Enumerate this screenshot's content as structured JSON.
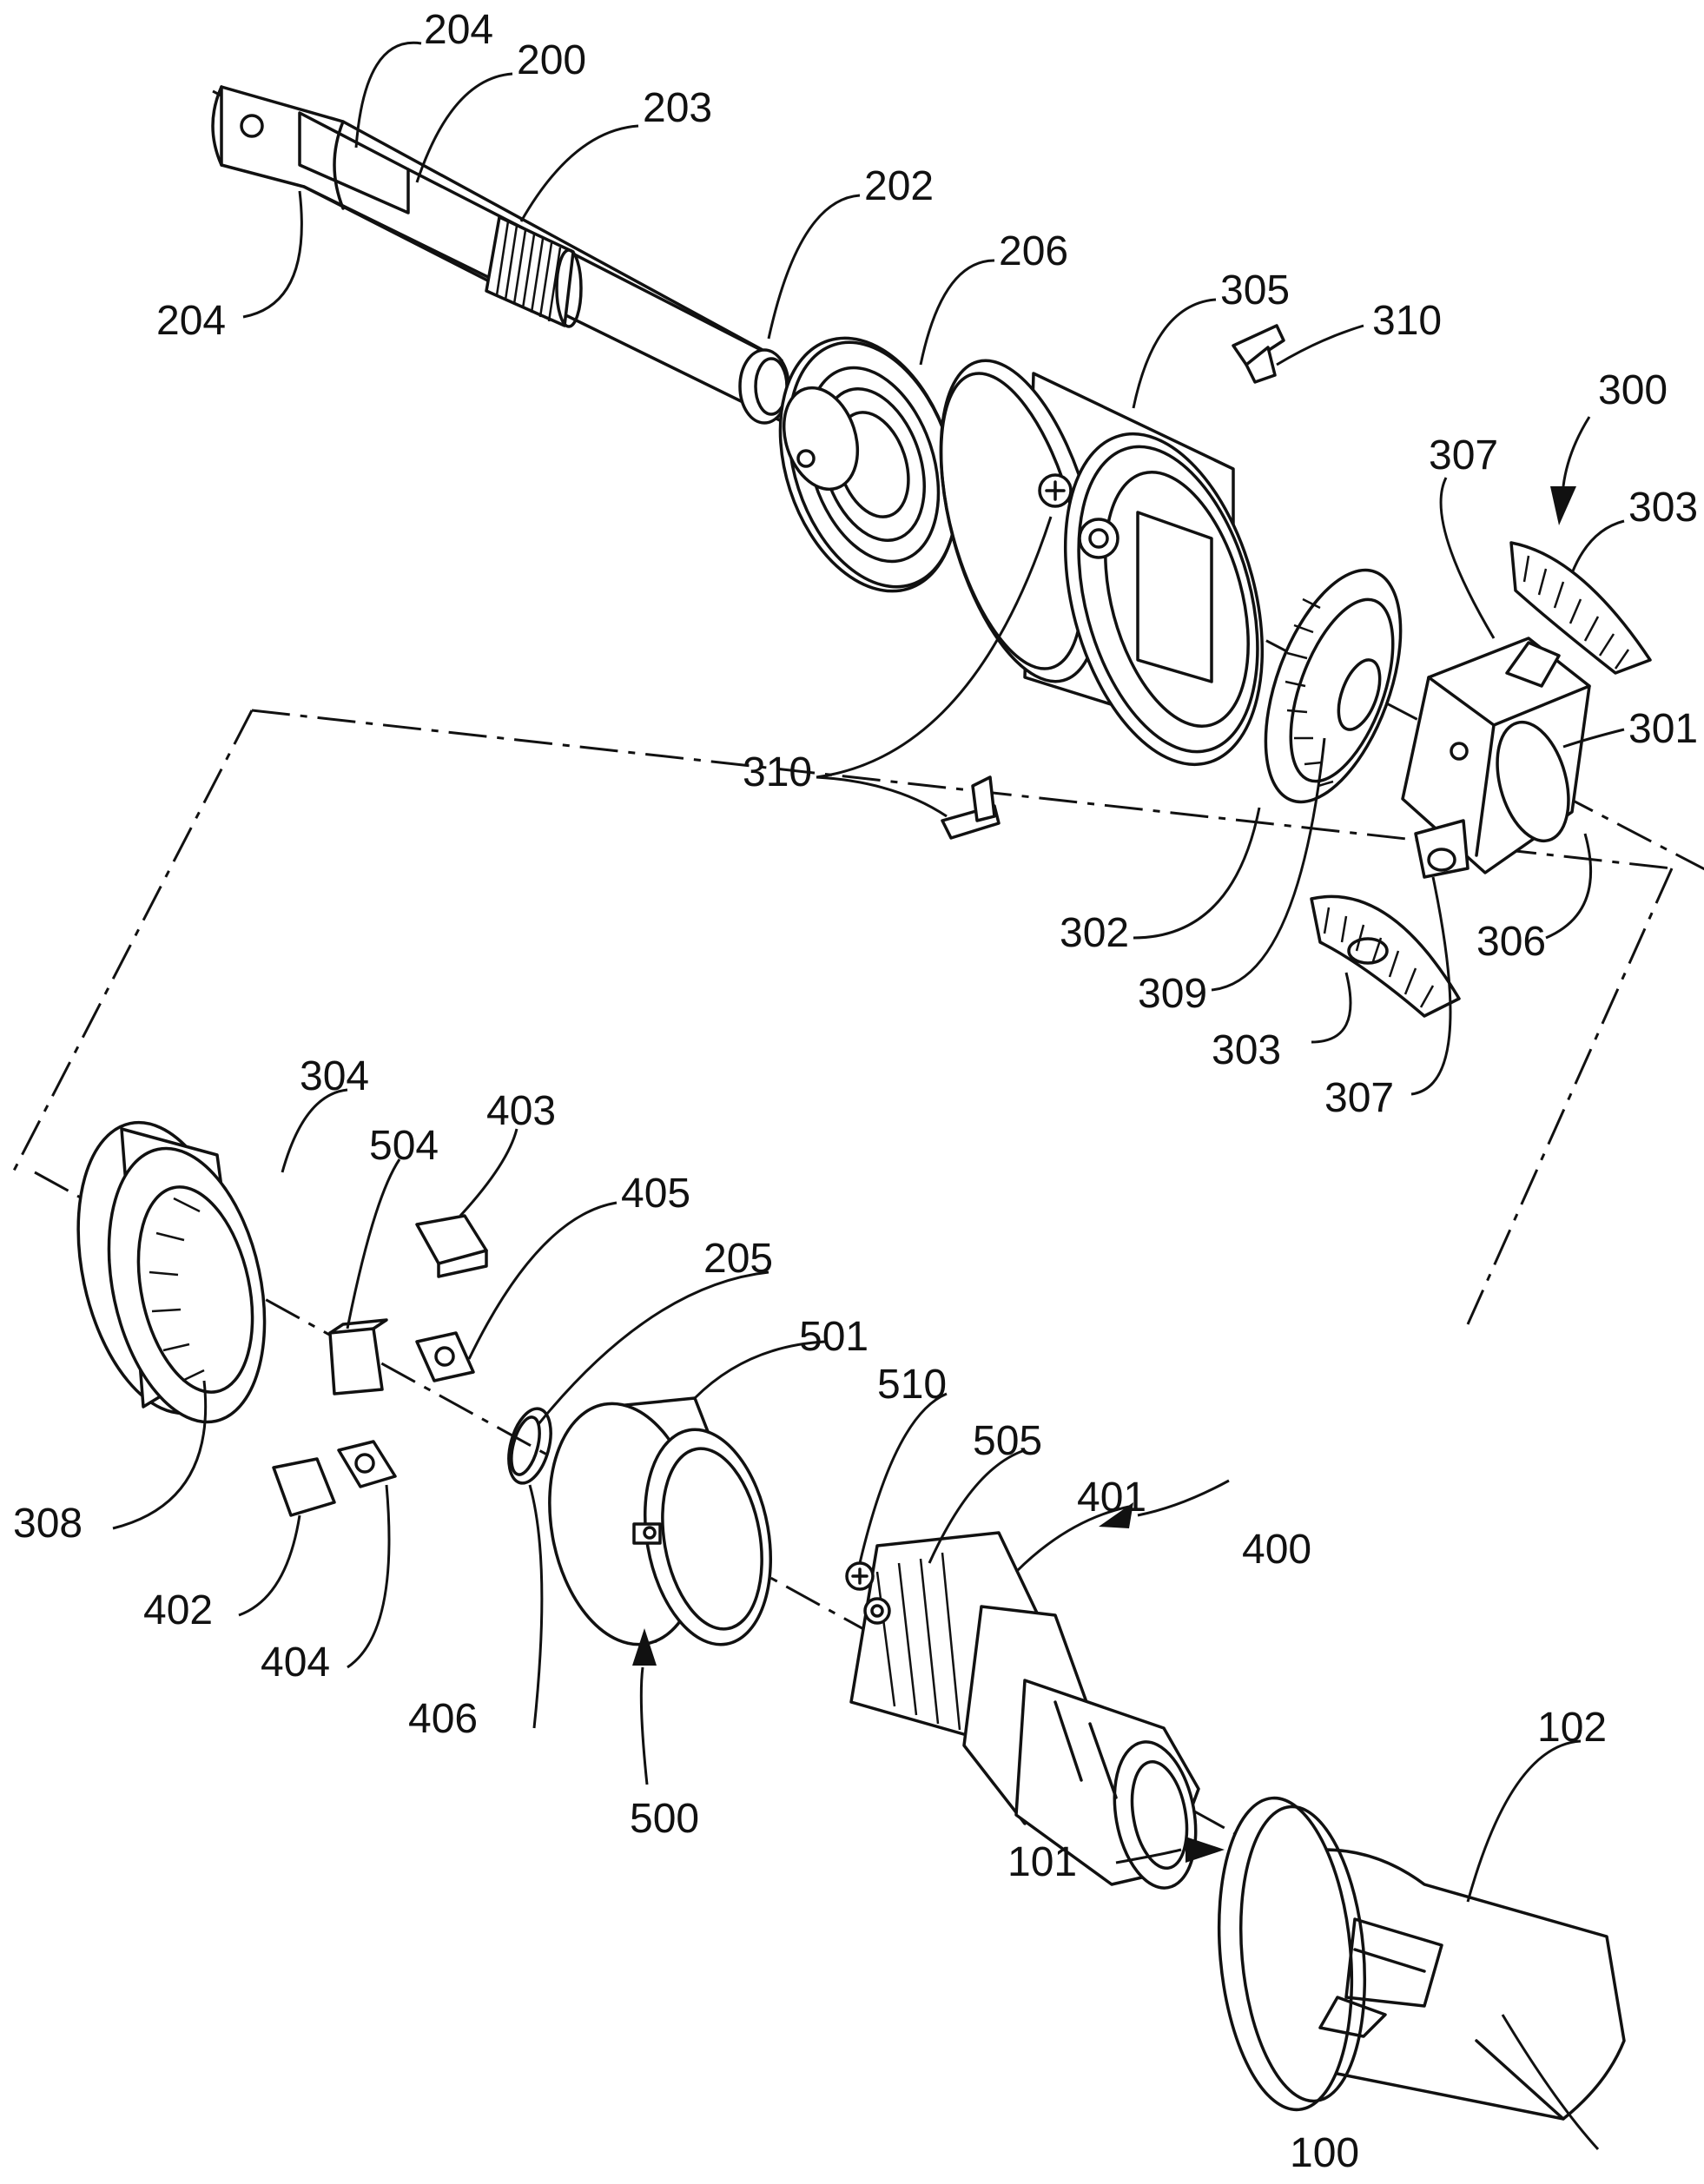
{
  "labels": {
    "l204a": "204",
    "l200": "200",
    "l203": "203",
    "l204b": "204",
    "l202": "202",
    "l206": "206",
    "l305": "305",
    "l310a": "310",
    "l300": "300",
    "l307a": "307",
    "l303a": "303",
    "l301": "301",
    "l310b": "310",
    "l302": "302",
    "l309": "309",
    "l306": "306",
    "l303b": "303",
    "l307b": "307",
    "l304": "304",
    "l403": "403",
    "l504": "504",
    "l405": "405",
    "l205": "205",
    "l501": "501",
    "l510": "510",
    "l505": "505",
    "l401": "401",
    "l400": "400",
    "l308": "308",
    "l402": "402",
    "l404": "404",
    "l406": "406",
    "l500": "500",
    "l102": "102",
    "l101": "101",
    "l100": "100"
  }
}
